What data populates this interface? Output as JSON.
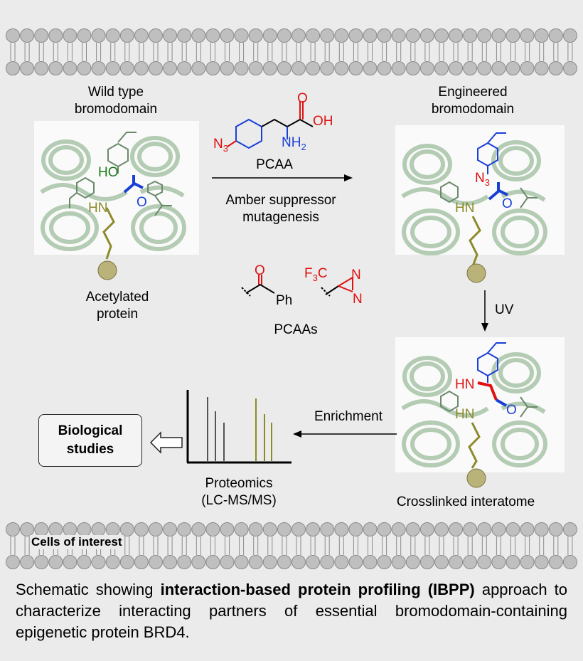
{
  "labels": {
    "wild_type": "Wild type\nbromodomain",
    "engineered": "Engineered\nbromodomain",
    "acetylated": "Acetylated\nprotein",
    "pcaa": "PCAA",
    "amber": "Amber suppressor\nmutagenesis",
    "pcaas": "PCAAs",
    "uv": "UV",
    "enrichment": "Enrichment",
    "crosslinked": "Crosslinked interatome",
    "proteomics": "Proteomics\n(LC-MS/MS)",
    "biological": "Biological\nstudies",
    "cells": "Cells of interest"
  },
  "chem": {
    "n3": "N",
    "n3_sub": "3",
    "oh": "OH",
    "o": "O",
    "nh2": "NH",
    "nh2_sub": "2",
    "ho": "HO",
    "hn": "HN",
    "ph": "Ph",
    "f3c": "F",
    "f3c_sub": "3",
    "f3c_c": "C",
    "n": "N"
  },
  "caption": {
    "pre": "Schematic showing ",
    "bold": "interaction-based protein profiling (IBPP)",
    "post": " approach to characterize interacting partners of essential bromodomain-containing epigenetic protein BRD4."
  },
  "colors": {
    "membrane": "#bfbfbf",
    "membrane_edge": "#8a8a8a",
    "helix": "#7aa87a",
    "olive": "#8c8a2a",
    "blue": "#1a3fd6",
    "red": "#e01010",
    "green": "#1a7a1a"
  }
}
